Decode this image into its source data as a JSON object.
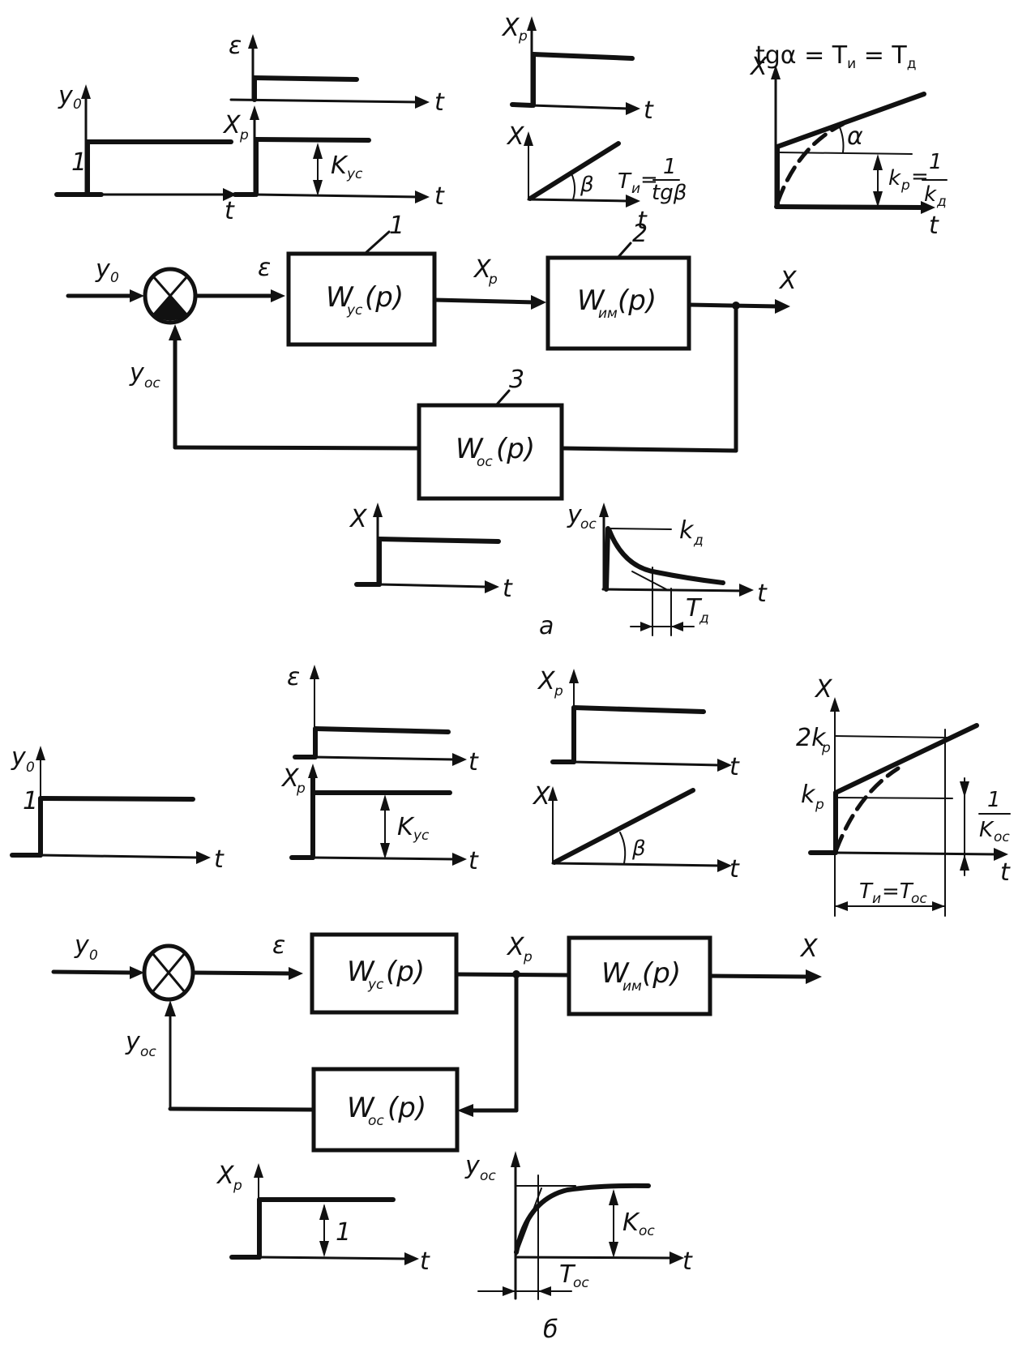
{
  "figure": {
    "panel_a": {
      "caption": "а",
      "block_diagram": {
        "input_label": "y",
        "input_sub": "0",
        "error_label": "ε",
        "intermediate_label": "X",
        "intermediate_sub": "р",
        "output_label": "X",
        "feedback_label": "y",
        "feedback_sub": "ос",
        "blocks": [
          {
            "number": "1",
            "name": "W",
            "sub": "ус",
            "arg": "(p)"
          },
          {
            "number": "2",
            "name": "W",
            "sub": "им",
            "arg": "(p)"
          },
          {
            "number": "3",
            "name": "W",
            "sub": "ос",
            "arg": "(p)"
          }
        ]
      },
      "graphs": {
        "y0": {
          "ylabel": "y",
          "ysub": "0",
          "xlabel": "t",
          "level": "1"
        },
        "eps": {
          "ylabel": "ε",
          "xlabel": "t"
        },
        "xp_gain": {
          "ylabel": "X",
          "ysub": "р",
          "xlabel": "t",
          "dim": "K",
          "dim_sub": "ус"
        },
        "xp_step": {
          "ylabel": "X",
          "ysub": "р",
          "xlabel": "t"
        },
        "x_ramp": {
          "ylabel": "X",
          "xlabel": "t",
          "angle": "β",
          "formula_lhs": "T",
          "formula_lhs_sub": "и",
          "formula_num": "1",
          "formula_den": "tgβ"
        },
        "x_pid": {
          "ylabel": "X",
          "xlabel": "t",
          "title": "tgα = T",
          "title_sub1": "и",
          "title_mid": " = T",
          "title_sub2": "д",
          "angle": "α",
          "kp": "k",
          "kp_sub": "р",
          "kp_num": "1",
          "kp_den": "k",
          "kp_den_sub": "д"
        },
        "x_input": {
          "ylabel": "X",
          "xlabel": "t"
        },
        "yoc_decay": {
          "ylabel": "y",
          "ysub": "ос",
          "xlabel": "t",
          "peak": "k",
          "peak_sub": "д",
          "time": "T",
          "time_sub": "д"
        }
      }
    },
    "panel_b": {
      "caption": "б",
      "block_diagram": {
        "input_label": "y",
        "input_sub": "0",
        "error_label": "ε",
        "intermediate_label": "X",
        "intermediate_sub": "р",
        "output_label": "X",
        "feedback_label": "y",
        "feedback_sub": "ос",
        "blocks": [
          {
            "name": "W",
            "sub": "ус",
            "arg": "(p)"
          },
          {
            "name": "W",
            "sub": "им",
            "arg": "(p)"
          },
          {
            "name": "W",
            "sub": "ос",
            "arg": "(p)"
          }
        ]
      },
      "graphs": {
        "y0": {
          "ylabel": "y",
          "ysub": "0",
          "xlabel": "t",
          "level": "1"
        },
        "eps": {
          "ylabel": "ε",
          "xlabel": "t"
        },
        "xp_gain": {
          "ylabel": "X",
          "ysub": "р",
          "xlabel": "t",
          "dim": "K",
          "dim_sub": "ус"
        },
        "xp_step": {
          "ylabel": "X",
          "ysub": "р",
          "xlabel": "t"
        },
        "x_ramp": {
          "ylabel": "X",
          "xlabel": "t",
          "angle": "β"
        },
        "x_pi": {
          "ylabel": "X",
          "xlabel": "t",
          "level2": "2k",
          "level2_sub": "р",
          "level1": "k",
          "level1_sub": "р",
          "frac_num": "1",
          "frac_den": "K",
          "frac_den_sub": "ос",
          "time": "T",
          "time_sub1": "и",
          "time_mid": "=T",
          "time_sub2": "ос"
        },
        "xp_input": {
          "ylabel": "X",
          "ysub": "р",
          "xlabel": "t",
          "dim": "1"
        },
        "yoc_rise": {
          "ylabel": "y",
          "ysub": "ос",
          "xlabel": "t",
          "dim": "K",
          "dim_sub": "ос",
          "time": "T",
          "time_sub": "ос"
        }
      }
    }
  }
}
